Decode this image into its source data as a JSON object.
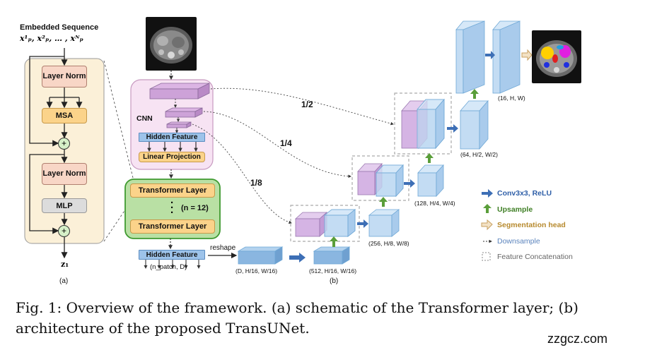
{
  "part_a": {
    "embedded_sequence": "Embedded Sequence",
    "sequence_formula": "x¹ₚ, x²ₚ, … , xᴺₚ",
    "layer_norm_1": "Layer Norm",
    "msa": "MSA",
    "layer_norm_2": "Layer Norm",
    "mlp": "MLP",
    "output": "z₁",
    "plus": "+",
    "label": "(a)"
  },
  "part_b": {
    "cnn": "CNN",
    "hidden_feature_top": "Hidden Feature",
    "linear_projection": "Linear Projection",
    "transformer_layer_1": "Transformer Layer",
    "n_layers": "(n = 12)",
    "transformer_layer_2": "Transformer Layer",
    "hidden_feature_bottom": "Hidden Feature",
    "n_patch": "(n_patch, D)",
    "reshape": "reshape",
    "dim_d": "(D, H/16, W/16)",
    "dim_512": "(512, H/16, W/16)",
    "dim_256": "(256, H/8, W/8)",
    "dim_128": "(128, H/4, W/4)",
    "dim_64": "(64, H/2, W/2)",
    "dim_16": "(16, H, W)",
    "scale_half": "1/2",
    "scale_quarter": "1/4",
    "scale_eighth": "1/8",
    "label": "(b)"
  },
  "legend": {
    "conv": "Conv3x3, ReLU",
    "upsample": "Upsample",
    "seg_head": "Segmentation head",
    "downsample": "Downsample",
    "concat": "Feature Concatenation"
  },
  "colors": {
    "conv": "#3d6fb6",
    "upsample": "#5a9e3a",
    "seg_head": "#c8a060",
    "downsample": "#6a8fc0",
    "concat": "#666666"
  },
  "caption": {
    "line1": "Fig. 1: Overview of the framework. (a) schematic of the Transformer layer; (b)",
    "line2": "architecture of the proposed TransUNet."
  },
  "watermark": "zzgcz.com"
}
